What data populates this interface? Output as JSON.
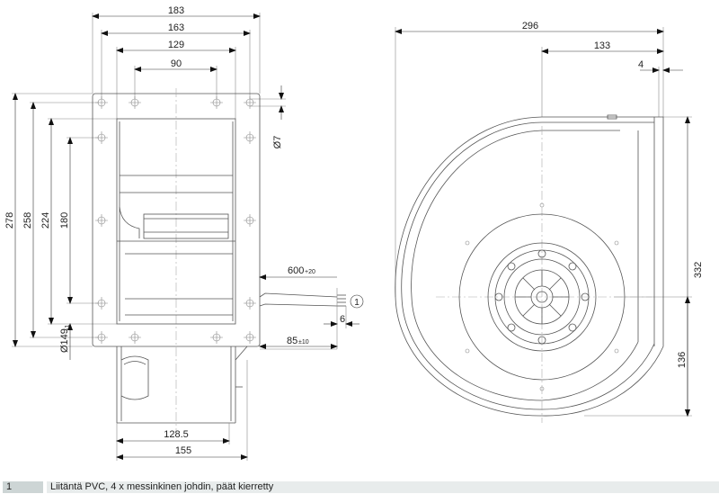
{
  "front_view": {
    "dims_top": [
      "183",
      "163",
      "129",
      "90"
    ],
    "dims_left": [
      "278",
      "258",
      "224",
      "180"
    ],
    "dia_inlet": "Ø149",
    "dia_inlet_tol": "-1",
    "hole_dia": "Ø7",
    "dims_bottom": [
      "128.5",
      "155"
    ],
    "cable_length": "600",
    "cable_length_tol": "+20",
    "strip_length": "6",
    "cable_offset": "85",
    "cable_offset_tol": "±10",
    "callout": "1"
  },
  "side_view": {
    "dim_width": "296",
    "dim_center": "133",
    "dim_flange": "4",
    "dim_height": "332",
    "dim_center_height": "136"
  },
  "legend": [
    {
      "number": "1",
      "text": "Liitäntä PVC, 4 x messinkinen johdin, päät kierretty"
    }
  ]
}
